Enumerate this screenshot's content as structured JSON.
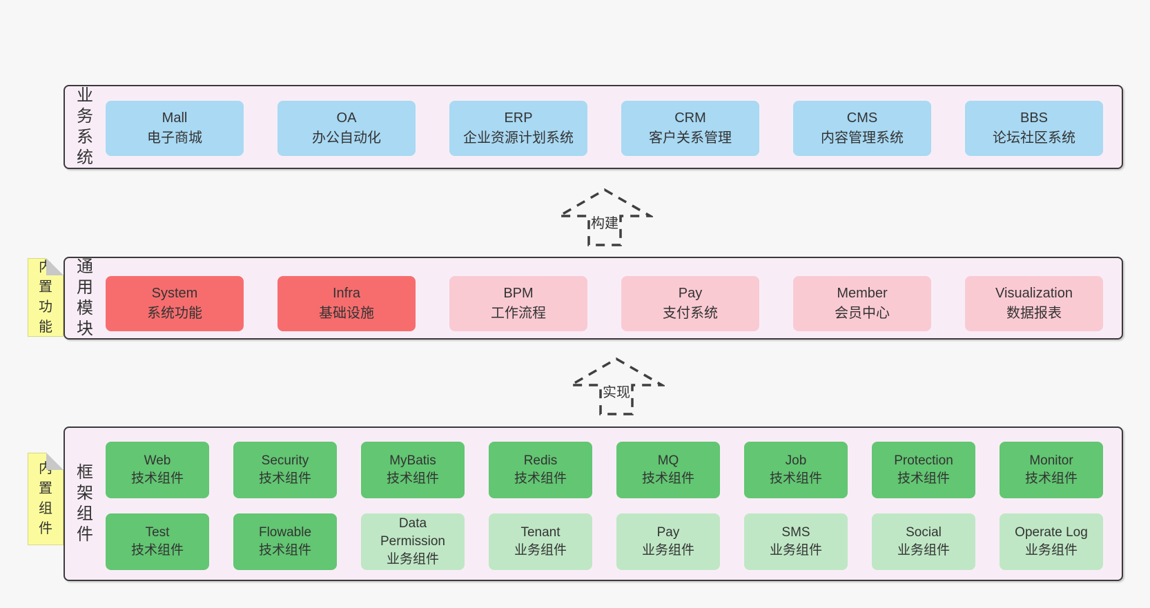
{
  "palette": {
    "page_bg": "#f7f7f7",
    "panel_bg": "#f8edf6",
    "panel_border": "#3a3a3a",
    "business_box": "#a9d9f3",
    "module_core_box": "#f76d6e",
    "module_box": "#facad3",
    "tech_box": "#62c672",
    "biz_box": "#bfe7c5",
    "note_bg": "#fbfb9d",
    "note_fold": "#c8c8c8"
  },
  "arrows": {
    "build": "构建",
    "implement": "实现"
  },
  "business": {
    "label": "业务系统",
    "items": [
      {
        "name": "Mall",
        "desc": "电子商城"
      },
      {
        "name": "OA",
        "desc": "办公自动化"
      },
      {
        "name": "ERP",
        "desc": "企业资源计划系统"
      },
      {
        "name": "CRM",
        "desc": "客户关系管理"
      },
      {
        "name": "CMS",
        "desc": "内容管理系统"
      },
      {
        "name": "BBS",
        "desc": "论坛社区系统"
      }
    ]
  },
  "modules": {
    "label": "通用模块",
    "note": "内置功能",
    "items": [
      {
        "name": "System",
        "desc": "系统功能"
      },
      {
        "name": "Infra",
        "desc": "基础设施"
      },
      {
        "name": "BPM",
        "desc": "工作流程"
      },
      {
        "name": "Pay",
        "desc": "支付系统"
      },
      {
        "name": "Member",
        "desc": "会员中心"
      },
      {
        "name": "Visualization",
        "desc": "数据报表"
      }
    ]
  },
  "components": {
    "label": "框架组件",
    "note": "内置组件",
    "row1": [
      {
        "name": "Web",
        "desc": "技术组件"
      },
      {
        "name": "Security",
        "desc": "技术组件"
      },
      {
        "name": "MyBatis",
        "desc": "技术组件"
      },
      {
        "name": "Redis",
        "desc": "技术组件"
      },
      {
        "name": "MQ",
        "desc": "技术组件"
      },
      {
        "name": "Job",
        "desc": "技术组件"
      },
      {
        "name": "Protection",
        "desc": "技术组件"
      },
      {
        "name": "Monitor",
        "desc": "技术组件"
      }
    ],
    "row2": [
      {
        "name": "Test",
        "desc": "技术组件"
      },
      {
        "name": "Flowable",
        "desc": "技术组件"
      },
      {
        "name": "Data Permission",
        "desc": "业务组件"
      },
      {
        "name": "Tenant",
        "desc": "业务组件"
      },
      {
        "name": "Pay",
        "desc": "业务组件"
      },
      {
        "name": "SMS",
        "desc": "业务组件"
      },
      {
        "name": "Social",
        "desc": "业务组件"
      },
      {
        "name": "Operate Log",
        "desc": "业务组件"
      }
    ]
  }
}
